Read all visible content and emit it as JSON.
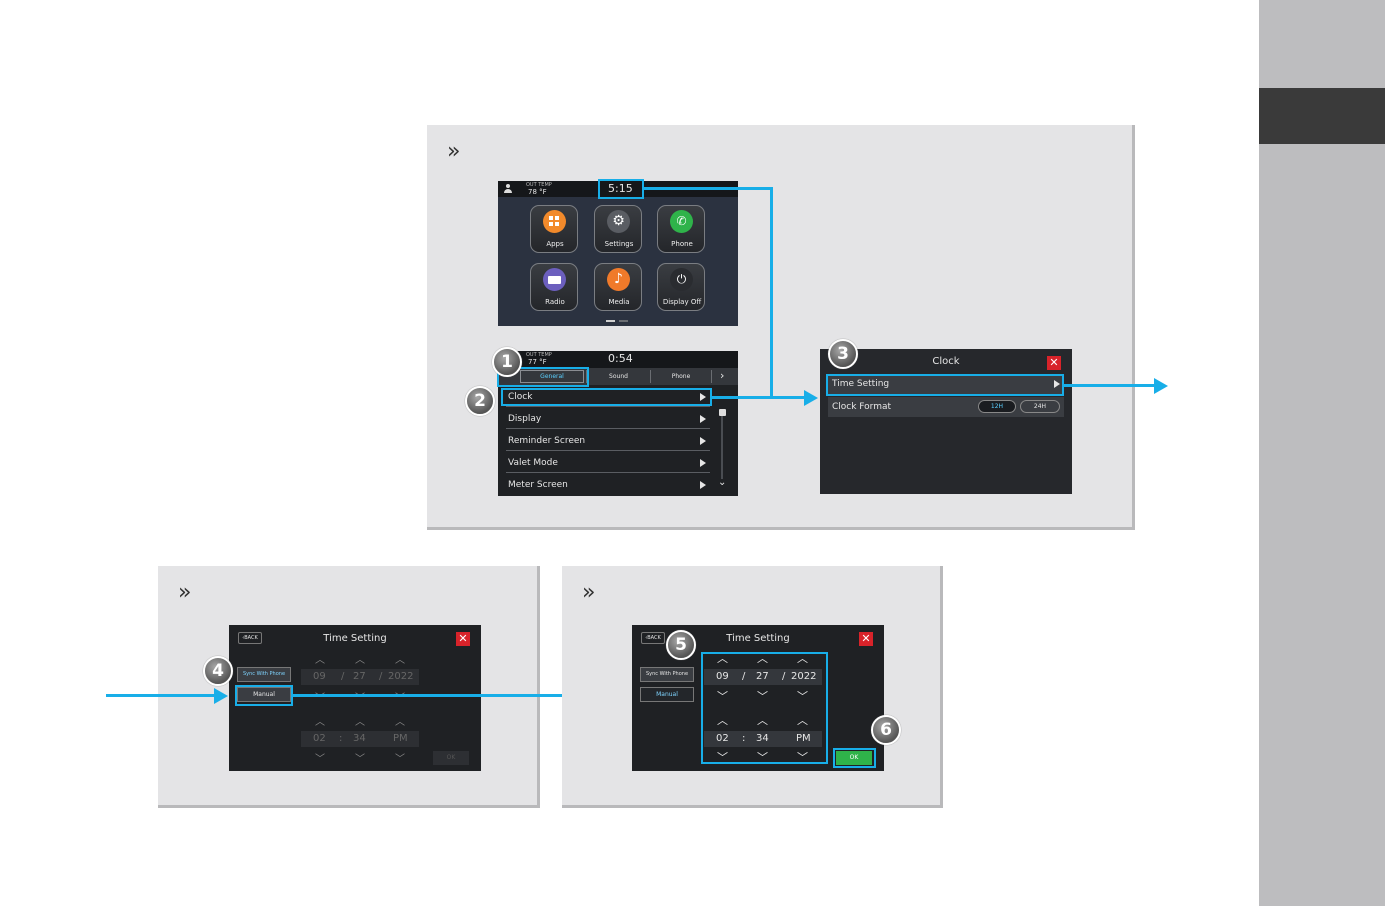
{
  "top_panel": {
    "chevron": "»",
    "home_screen": {
      "out_temp_label": "OUT TEMP",
      "out_temp_value": "78 °F",
      "clock": "5:15",
      "apps": [
        {
          "label": "Apps",
          "icon": "apps-grid-icon",
          "color": "#f28a2b"
        },
        {
          "label": "Settings",
          "icon": "gear-icon",
          "color": "#5a5d63"
        },
        {
          "label": "Phone",
          "icon": "phone-icon",
          "color": "#2fb34a"
        },
        {
          "label": "Radio",
          "icon": "radio-icon",
          "color": "#6c5fbe"
        },
        {
          "label": "Media",
          "icon": "music-note-icon",
          "color": "#f07a2a"
        },
        {
          "label": "Display Off",
          "icon": "power-icon",
          "color": "#2a2c30"
        }
      ]
    },
    "settings_screen": {
      "out_temp_label": "OUT TEMP",
      "out_temp_value": "77 °F",
      "clock": "0:54",
      "tabs": [
        "General",
        "Sound",
        "Phone"
      ],
      "items": [
        "Clock",
        "Display",
        "Reminder Screen",
        "Valet Mode",
        "Meter Screen"
      ]
    },
    "clock_screen": {
      "title": "Clock",
      "rows": [
        {
          "label": "Time Setting"
        },
        {
          "label": "Clock Format",
          "options": [
            "12H",
            "24H"
          ]
        }
      ]
    }
  },
  "steps": [
    "1",
    "2",
    "3",
    "4",
    "5",
    "6"
  ],
  "time_panels": [
    {
      "chevron": "»",
      "back_label": "BACK",
      "title": "Time Setting",
      "sync_label": "Sync With Phone",
      "manual_label": "Manual",
      "date": {
        "month": "09",
        "day": "27",
        "year": "2022",
        "sep": "/"
      },
      "time": {
        "hour": "02",
        "minute": "34",
        "ampm": "PM",
        "sep": ":"
      },
      "ok_label": "OK"
    },
    {
      "chevron": "»",
      "back_label": "BACK",
      "title": "Time Setting",
      "sync_label": "Sync With Phone",
      "manual_label": "Manual",
      "date": {
        "month": "09",
        "day": "27",
        "year": "2022",
        "sep": "/"
      },
      "time": {
        "hour": "02",
        "minute": "34",
        "ampm": "PM",
        "sep": ":"
      },
      "ok_label": "OK"
    }
  ],
  "colors": {
    "highlight": "#18aee8",
    "panel": "#e4e4e6",
    "ok_green": "#2fb34a",
    "close_red": "#d8232a"
  }
}
